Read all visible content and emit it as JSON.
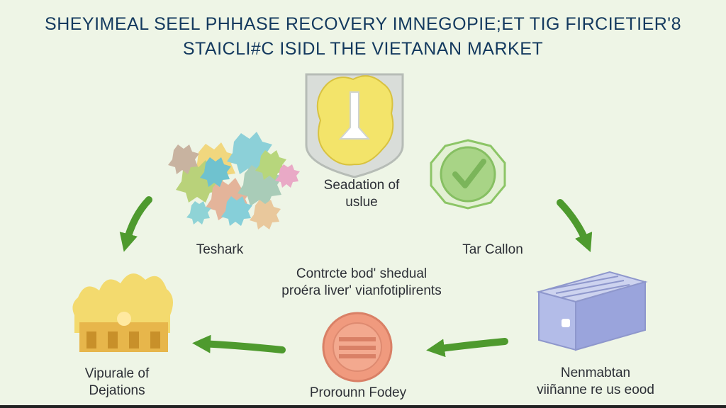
{
  "title": {
    "line1": "SHEYIMEAL SEEL PHHASE RECOVERY IMNEGOPIE;ET TIG FIRCIETIER'8",
    "line2": "STAICLI#C ISIDL THE VIETANAN MARKET"
  },
  "nodes": {
    "top": {
      "line1": "Seadation of",
      "line2": "uslue"
    },
    "left": {
      "line1": "Teshark"
    },
    "right": {
      "line1": "Tar Callon"
    },
    "center": {
      "line1": "Contrcte bod' shedual",
      "line2": "proéra liver' vianfotiplirents"
    },
    "bottom_left": {
      "line1": "Vipurale of",
      "line2": "Dejations"
    },
    "bottom_center": {
      "line1": "Prorounn Fodey"
    },
    "bottom_right": {
      "line1": "Nenmabtan",
      "line2": "viiñanne re us eood"
    }
  },
  "colors": {
    "title": "#13395e",
    "arrow": "#4e9a2e",
    "background": "#eef5e6"
  }
}
